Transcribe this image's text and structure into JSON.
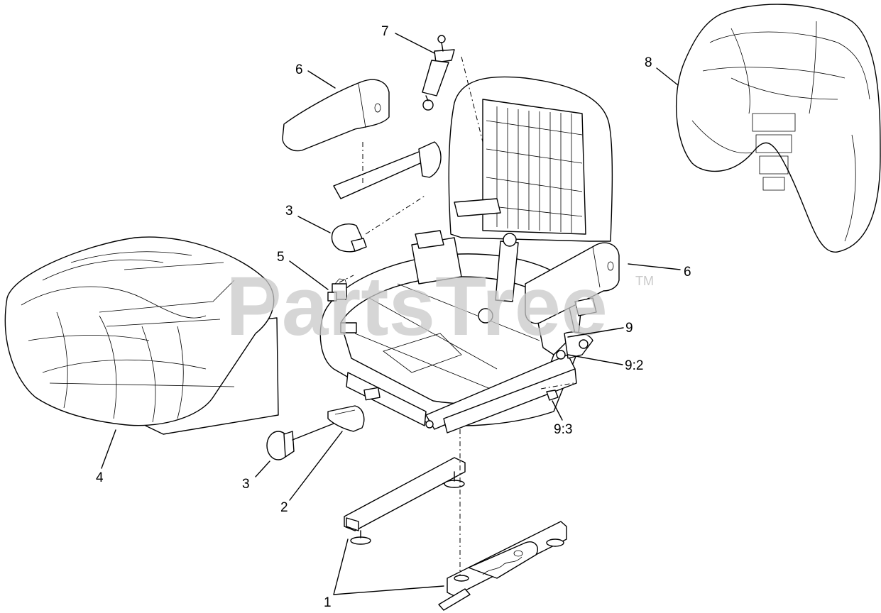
{
  "watermark": {
    "text": "PartsTree",
    "tm": "TM"
  },
  "callouts": {
    "c1": "1",
    "c2": "2",
    "c3a": "3",
    "c3b": "3",
    "c4": "4",
    "c5": "5",
    "c6a": "6",
    "c6b": "6",
    "c7": "7",
    "c8": "8",
    "c9": "9",
    "c9_2": "9:2",
    "c9_3": "9:3"
  }
}
